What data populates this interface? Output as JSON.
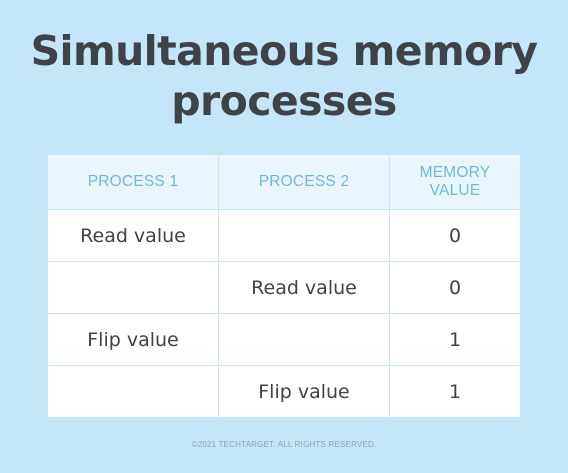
{
  "title": {
    "line1": "Simultaneous memory",
    "line2": "processes"
  },
  "table": {
    "headers": [
      {
        "line1": "PROCESS 1",
        "line2": ""
      },
      {
        "line1": "PROCESS 2",
        "line2": ""
      },
      {
        "line1": "MEMORY",
        "line2": "VALUE"
      }
    ],
    "rows": [
      [
        "Read value",
        "",
        "0"
      ],
      [
        "",
        "Read value",
        "0"
      ],
      [
        "Flip value",
        "",
        "1"
      ],
      [
        "",
        "Flip value",
        "1"
      ]
    ]
  },
  "footer": "©2021 TECHTARGET. ALL RIGHTS RESERVED.",
  "colors": {
    "background": "#c4e6f8",
    "header_bg": "#eaf6fd",
    "header_text": "#6fb8dc",
    "body_text": "#3f4347",
    "title_text": "#3f4347"
  }
}
